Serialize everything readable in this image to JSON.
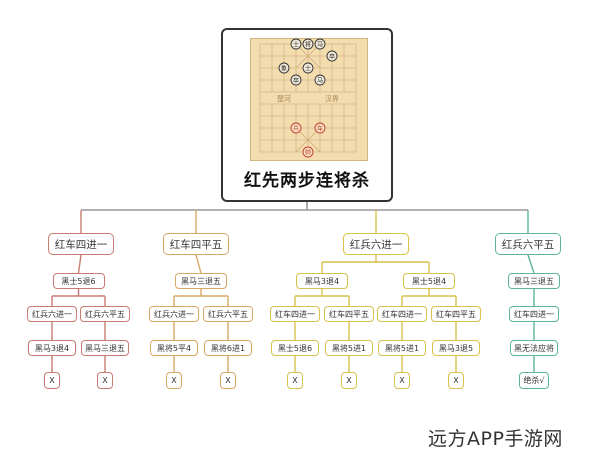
{
  "root": {
    "title": "红先两步连将杀",
    "board": {
      "river_left": "楚河",
      "river_right": "汉界",
      "pieces": [
        {
          "side": "black",
          "char": "将",
          "file": 4,
          "rank": 0
        },
        {
          "side": "black",
          "char": "士",
          "file": 3,
          "rank": 0
        },
        {
          "side": "black",
          "char": "马",
          "file": 5,
          "rank": 0
        },
        {
          "side": "black",
          "char": "卒",
          "file": 6,
          "rank": 1
        },
        {
          "side": "black",
          "char": "象",
          "file": 2,
          "rank": 2
        },
        {
          "side": "black",
          "char": "士",
          "file": 4,
          "rank": 2
        },
        {
          "side": "black",
          "char": "卒",
          "file": 3,
          "rank": 3
        },
        {
          "side": "black",
          "char": "马",
          "file": 5,
          "rank": 3
        },
        {
          "side": "red",
          "char": "兵",
          "file": 3,
          "rank": 7
        },
        {
          "side": "red",
          "char": "车",
          "file": 5,
          "rank": 7
        },
        {
          "side": "red",
          "char": "帅",
          "file": 4,
          "rank": 9
        }
      ]
    }
  },
  "branches": [
    {
      "label": "红车四进一",
      "color": "#c97b72",
      "children": [
        {
          "label": "黑士5退6",
          "children": [
            {
              "label": "红兵六进一",
              "children": [
                {
                  "label": "黑马3退4",
                  "children": [
                    {
                      "label": "X"
                    }
                  ]
                }
              ]
            },
            {
              "label": "红兵六平五",
              "children": [
                {
                  "label": "黑马三退五",
                  "children": [
                    {
                      "label": "X"
                    }
                  ]
                }
              ]
            }
          ]
        }
      ]
    },
    {
      "label": "红车四平五",
      "color": "#d8a866",
      "children": [
        {
          "label": "黑马三退五",
          "children": [
            {
              "label": "红兵六进一",
              "children": [
                {
                  "label": "黑将5平4",
                  "children": [
                    {
                      "label": "X"
                    }
                  ]
                }
              ]
            },
            {
              "label": "红兵六平五",
              "children": [
                {
                  "label": "黑将6进1",
                  "children": [
                    {
                      "label": "X"
                    }
                  ]
                }
              ]
            }
          ]
        }
      ]
    },
    {
      "label": "红兵六进一",
      "color": "#d6c24d",
      "children": [
        {
          "label": "黑马3退4",
          "children": [
            {
              "label": "红车四进一",
              "children": [
                {
                  "label": "黑士5退6",
                  "children": [
                    {
                      "label": "X"
                    }
                  ]
                }
              ]
            },
            {
              "label": "红车四平五",
              "children": [
                {
                  "label": "黑将5进1",
                  "children": [
                    {
                      "label": "X"
                    }
                  ]
                }
              ]
            }
          ]
        },
        {
          "label": "黑士5退4",
          "children": [
            {
              "label": "红车四进一",
              "children": [
                {
                  "label": "黑将5进1",
                  "children": [
                    {
                      "label": "X"
                    }
                  ]
                }
              ]
            },
            {
              "label": "红车四平五",
              "children": [
                {
                  "label": "黑马3退5",
                  "children": [
                    {
                      "label": "X"
                    }
                  ]
                }
              ]
            }
          ]
        }
      ]
    },
    {
      "label": "红兵六平五",
      "color": "#5fb59c",
      "children": [
        {
          "label": "黑马三退五",
          "children": [
            {
              "label": "红车四进一",
              "children": [
                {
                  "label": "黑无法应将",
                  "children": [
                    {
                      "label": "绝杀√"
                    }
                  ]
                }
              ]
            }
          ]
        }
      ]
    }
  ],
  "watermark": "远方APP手游网"
}
